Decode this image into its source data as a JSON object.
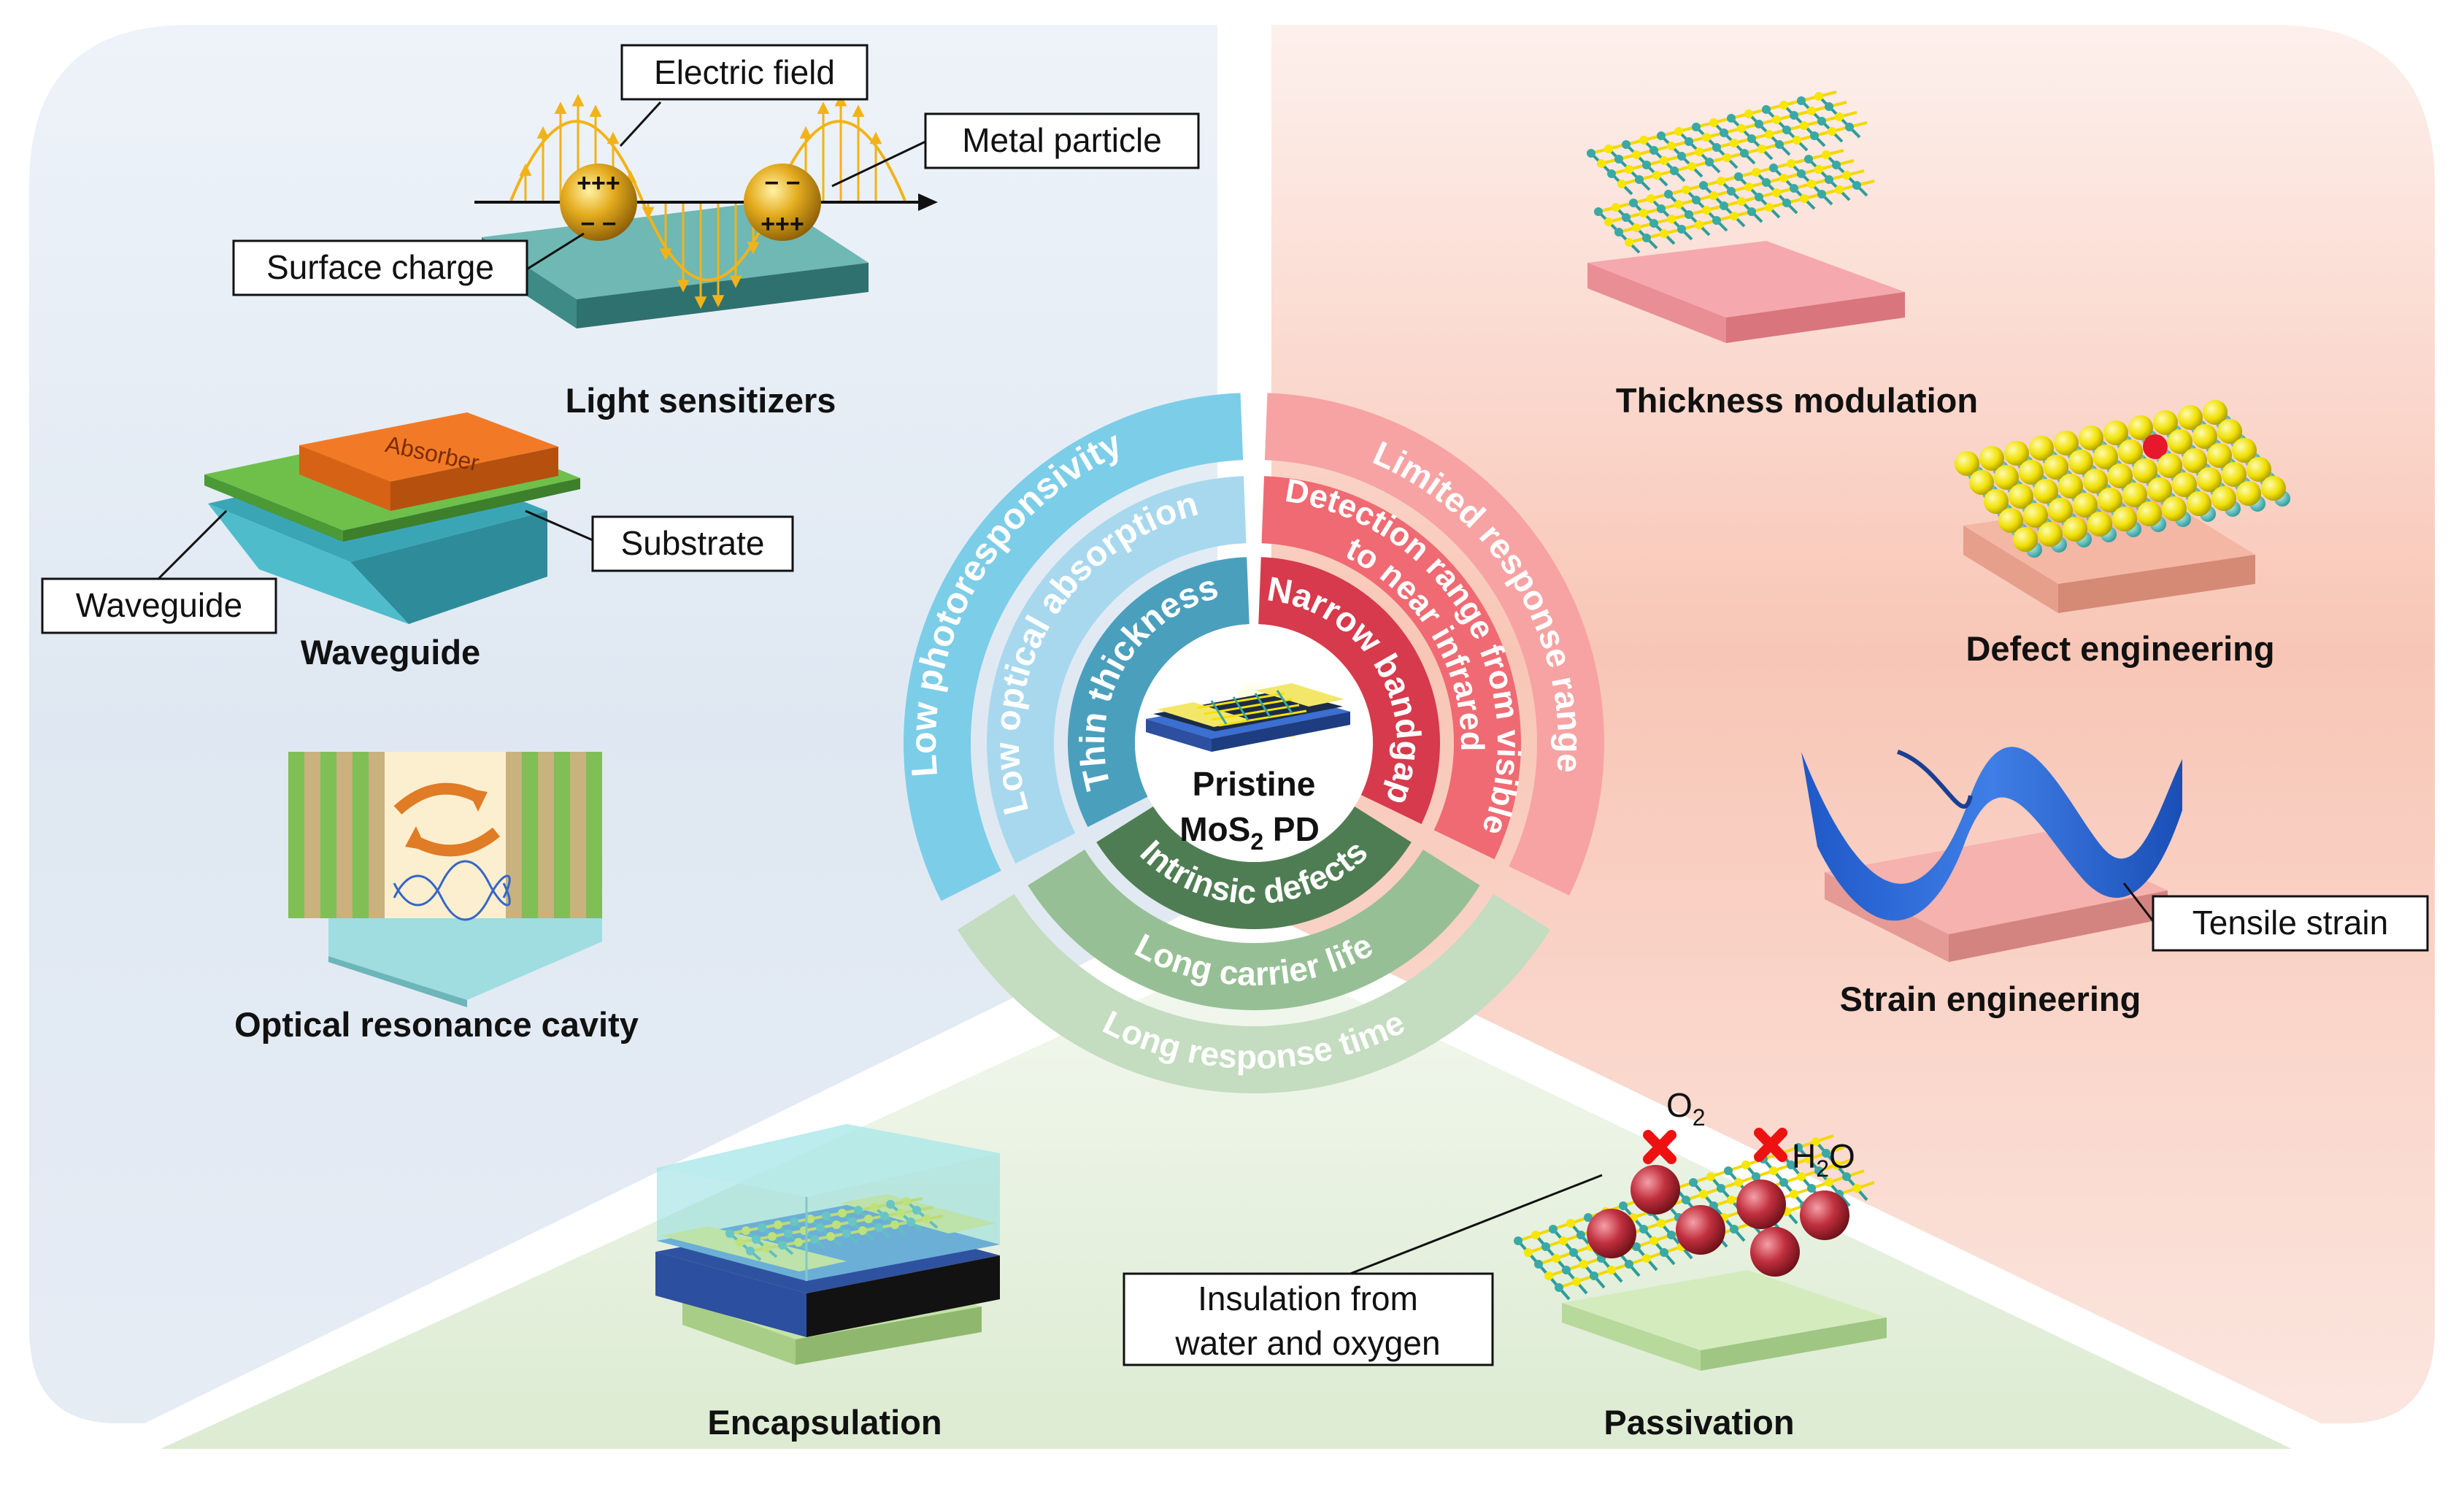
{
  "center": {
    "line1": "Pristine",
    "line2_main": "MoS",
    "line2_sub": "2",
    "line2_end": " PD"
  },
  "rings": {
    "blue": {
      "inner": "Thin thickness",
      "middle": "Low optical absorption",
      "outer": "Low photoresponsivity",
      "colors": {
        "inner": "#4a9fbd",
        "middle": "#a8d8ee",
        "outer": "#7ccde8"
      }
    },
    "red": {
      "inner": "Narrow bandgap",
      "middle_line1": "Detection range from visible",
      "middle_line2": "to near infrared",
      "outer": "Limited response range",
      "colors": {
        "inner": "#d63a4c",
        "middle": "#ef6a72",
        "outer": "#f7a3a3"
      }
    },
    "green": {
      "inner": "Intrinsic defects",
      "middle": "Long carrier life",
      "outer": "Long response time",
      "colors": {
        "inner": "#4f7d53",
        "middle": "#97bf95",
        "outer": "#c4dcc0"
      }
    }
  },
  "left": {
    "light_sensitizers": "Light sensitizers",
    "electric_field": "Electric field",
    "metal_particle": "Metal particle",
    "surface_charge": "Surface charge",
    "waveguide_title": "Waveguide",
    "absorber": "Absorber",
    "substrate": "Substrate",
    "waveguide_box": "Waveguide",
    "optical_resonance": "Optical resonance cavity"
  },
  "right": {
    "thickness_modulation": "Thickness modulation",
    "defect_engineering": "Defect engineering",
    "strain_engineering": "Strain engineering",
    "tensile_strain": "Tensile strain"
  },
  "bottom": {
    "encapsulation": "Encapsulation",
    "passivation": "Passivation",
    "insulation_line1": "Insulation from",
    "insulation_line2": "water and oxygen",
    "o2_main": "O",
    "o2_sub": "2",
    "h2o_a": "H",
    "h2o_sub": "2",
    "h2o_b": "O"
  },
  "colors": {
    "left_panel": "#dce6f2",
    "right_panel": "#f9c7ba",
    "bottom_panel": "#e2efd9",
    "gold": "#e8b423"
  }
}
